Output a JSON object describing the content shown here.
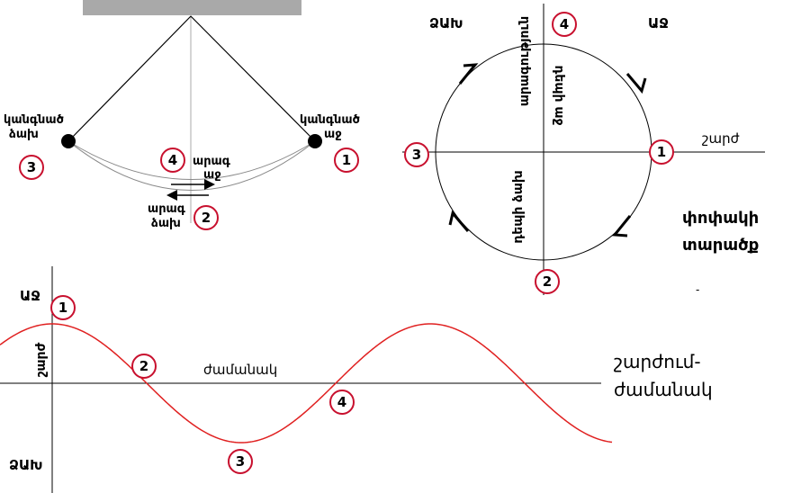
{
  "colors": {
    "ceiling": "#a9a9a9",
    "line": "#000000",
    "guide": "#aaaaaa",
    "arc": "#888888",
    "bob": "#000000",
    "badge": "#c8102e",
    "curve": "#e02020"
  },
  "pendulum": {
    "left_label": [
      "կանգնած",
      "ձախ"
    ],
    "right_label": [
      "կանգնած",
      "աջ"
    ],
    "fast_right": [
      "արագ",
      "աջ"
    ],
    "fast_left": [
      "արագ",
      "ձախ"
    ],
    "badges": {
      "left": "3",
      "right": "1",
      "middle_top": "4",
      "middle_bottom": "2"
    }
  },
  "phase": {
    "top_left": "ՁԱԽ",
    "top_right": "ԱՋ",
    "axis_x": "շարժ",
    "upper_left_vertical": "արագություն",
    "upper_right_vertical": "դեպի աջ",
    "lower_vertical": "դեպի ձախ",
    "corner_label": [
      "փոփակի",
      "տարածք"
    ],
    "badges": {
      "top": "4",
      "right": "1",
      "bottom": "2",
      "left": "3"
    }
  },
  "wave": {
    "right_label": "ԱՋ",
    "left_label": "ՁԱԽ",
    "y_label": "շարժ",
    "x_label": "ժամանակ",
    "title": [
      "շարժում-",
      "ժամանակ"
    ],
    "badges": {
      "peak": "1",
      "cross_down": "2",
      "trough": "3",
      "cross_up": "4"
    }
  }
}
